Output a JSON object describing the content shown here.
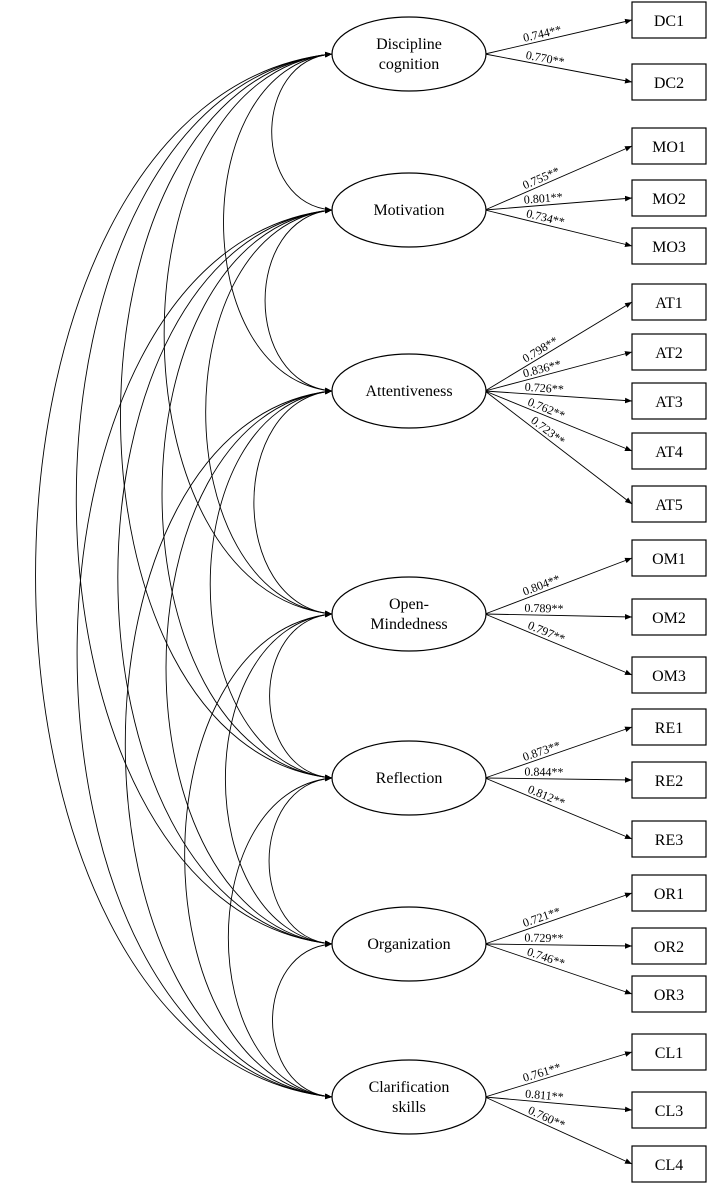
{
  "factors": [
    {
      "id": "DC",
      "label_lines": [
        "Discipline",
        "cognition"
      ]
    },
    {
      "id": "MO",
      "label_lines": [
        "Motivation"
      ]
    },
    {
      "id": "AT",
      "label_lines": [
        "Attentiveness"
      ]
    },
    {
      "id": "OM",
      "label_lines": [
        "Open-",
        "Mindedness"
      ]
    },
    {
      "id": "RE",
      "label_lines": [
        "Reflection"
      ]
    },
    {
      "id": "OR",
      "label_lines": [
        "Organization"
      ]
    },
    {
      "id": "CL",
      "label_lines": [
        "Clarification",
        "skills"
      ]
    }
  ],
  "indicators": [
    {
      "label": "DC1",
      "factor": 0,
      "loading": "0.744**"
    },
    {
      "label": "DC2",
      "factor": 0,
      "loading": "0.770**"
    },
    {
      "label": "MO1",
      "factor": 1,
      "loading": "0.755**"
    },
    {
      "label": "MO2",
      "factor": 1,
      "loading": "0.801**"
    },
    {
      "label": "MO3",
      "factor": 1,
      "loading": "0.734**"
    },
    {
      "label": "AT1",
      "factor": 2,
      "loading": "0.798**"
    },
    {
      "label": "AT2",
      "factor": 2,
      "loading": "0.836**"
    },
    {
      "label": "AT3",
      "factor": 2,
      "loading": "0.726**"
    },
    {
      "label": "AT4",
      "factor": 2,
      "loading": "0.762**"
    },
    {
      "label": "AT5",
      "factor": 2,
      "loading": "0.723**"
    },
    {
      "label": "OM1",
      "factor": 3,
      "loading": "0.804**"
    },
    {
      "label": "OM2",
      "factor": 3,
      "loading": "0.789**"
    },
    {
      "label": "OM3",
      "factor": 3,
      "loading": "0.797**"
    },
    {
      "label": "RE1",
      "factor": 4,
      "loading": "0.873**"
    },
    {
      "label": "RE2",
      "factor": 4,
      "loading": "0.844**"
    },
    {
      "label": "RE3",
      "factor": 4,
      "loading": "0.812**"
    },
    {
      "label": "OR1",
      "factor": 5,
      "loading": "0.721**"
    },
    {
      "label": "OR2",
      "factor": 5,
      "loading": "0.729**"
    },
    {
      "label": "OR3",
      "factor": 5,
      "loading": "0.746**"
    },
    {
      "label": "CL1",
      "factor": 6,
      "loading": "0.761**"
    },
    {
      "label": "CL3",
      "factor": 6,
      "loading": "0.811**"
    },
    {
      "label": "CL4",
      "factor": 6,
      "loading": "0.760**"
    }
  ],
  "colors": {
    "stroke": "#000000",
    "background": "#ffffff"
  }
}
